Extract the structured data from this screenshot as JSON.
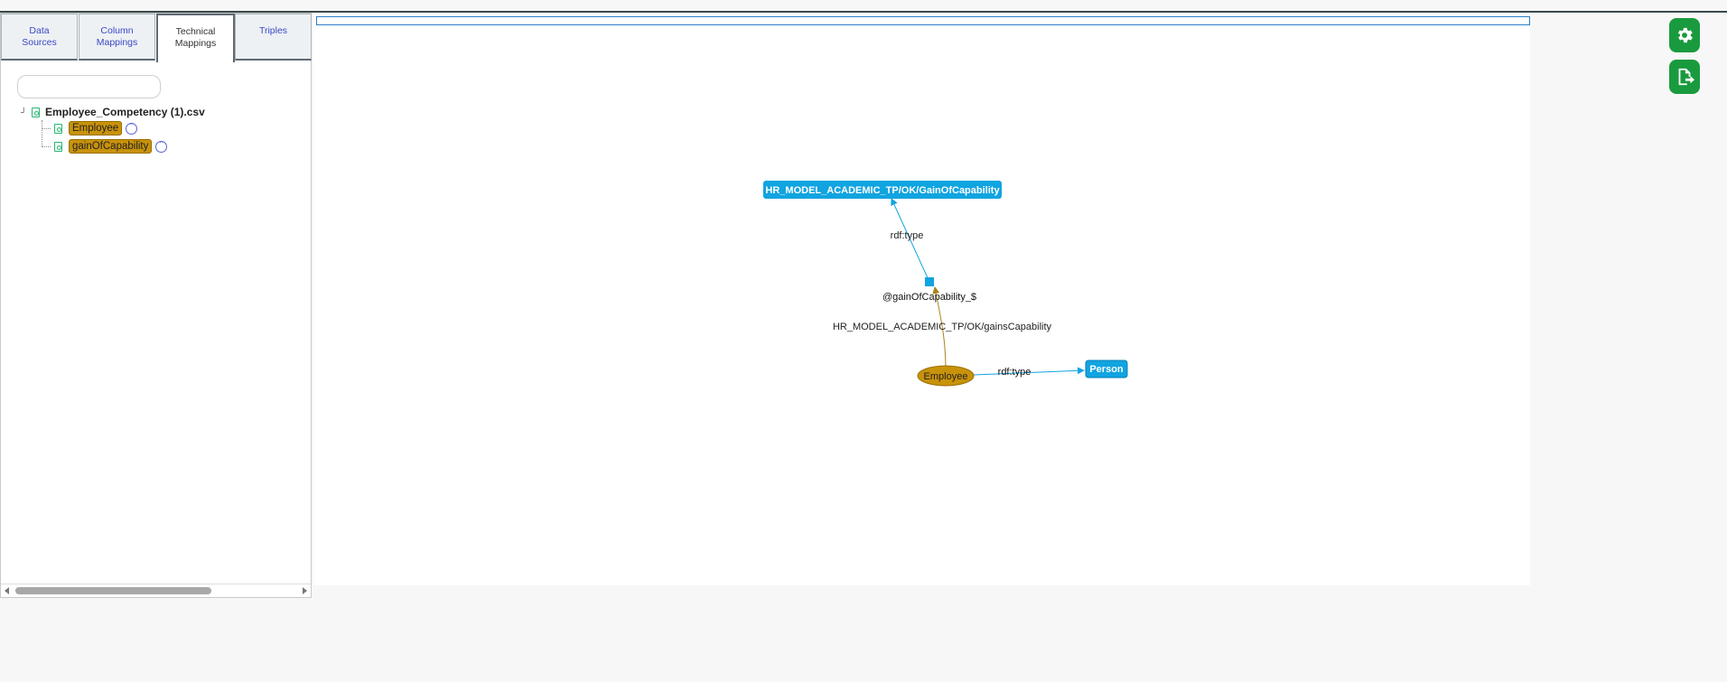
{
  "tabs": [
    {
      "label": "Data Sources"
    },
    {
      "label": "Column Mappings"
    },
    {
      "label": "Technical Mappings"
    },
    {
      "label": "Triples"
    }
  ],
  "search": {
    "placeholder": "",
    "value": ""
  },
  "tree": {
    "root": {
      "label": "Employee_Competency (1).csv"
    },
    "children": [
      {
        "label": "Employee"
      },
      {
        "label": "gainOfCapability"
      }
    ]
  },
  "graph": {
    "nodes": {
      "gain_class": "HR_MODEL_ACADEMIC_TP/OK/GainOfCapability",
      "gain_instance": "@gainOfCapability_$",
      "employee": "Employee",
      "person": "Person"
    },
    "edges": {
      "gain_type": "rdf:type",
      "gains_capability": "HR_MODEL_ACADEMIC_TP/OK/gainsCapability",
      "employee_type": "rdf:type"
    }
  },
  "icons": {
    "settings": "gear-icon",
    "export": "file-export-icon"
  },
  "colors": {
    "accent": "#10a4e0",
    "node_orange": "#c8920a",
    "button_green": "#1a9a3e"
  }
}
